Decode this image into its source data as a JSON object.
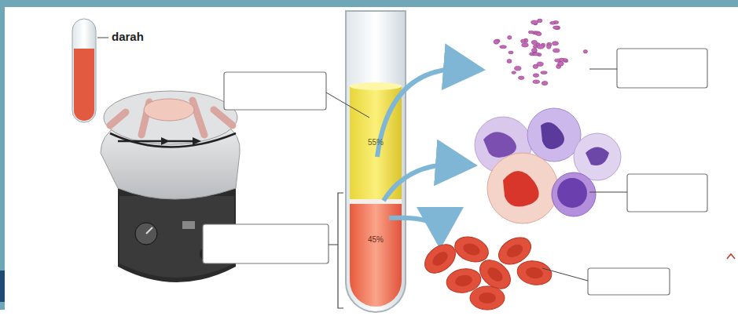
{
  "diagram": {
    "labels": [
      "darah",
      "55%",
      "45%"
    ]
  }
}
